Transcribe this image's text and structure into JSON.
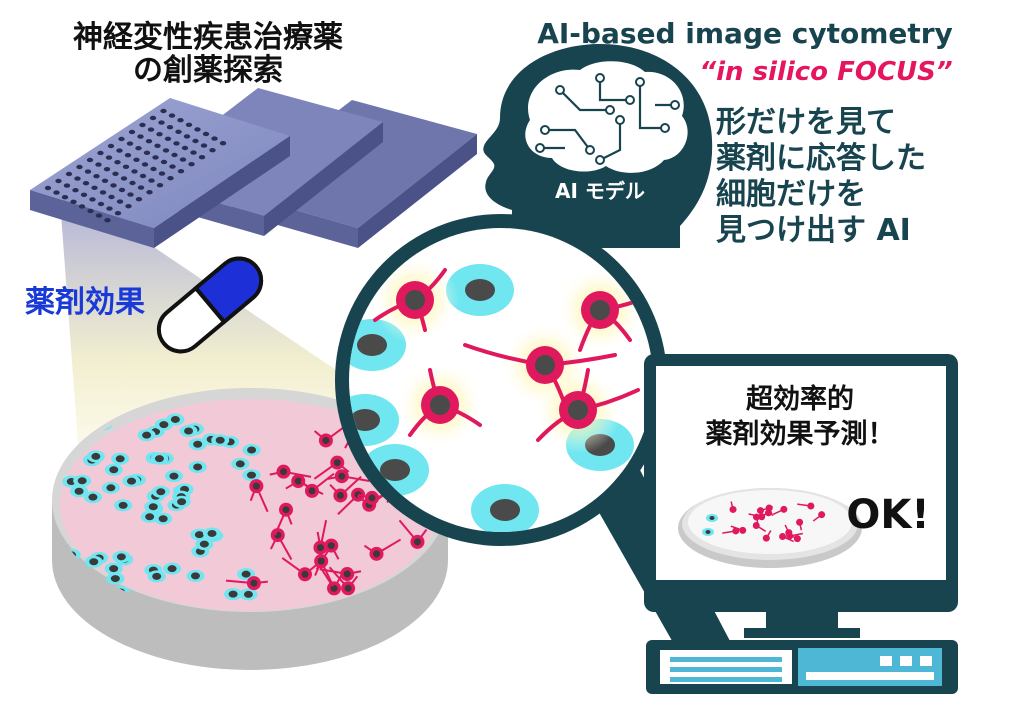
{
  "title": {
    "line1": "神経変性疾患治療薬",
    "line2": "の創薬探索"
  },
  "english_heading": {
    "line1": "AI-based image cytometry",
    "line2": "“in silico FOCUS”"
  },
  "description": {
    "line1": "形だけを見て",
    "line2": "薬剤に応答した",
    "line3": "細胞だけを",
    "line4": "見つけ出す AI"
  },
  "ai_model_label": "AI モデル",
  "drug_effect_label": "薬剤効果",
  "monitor": {
    "line1": "超効率的",
    "line2": "薬剤効果予測！",
    "ok": "OK!"
  },
  "colors": {
    "teal_dark": "#17444f",
    "pink_accent": "#e6155f",
    "blue_label": "#1a3ad8",
    "cyan_cell": "#6fe6f0",
    "magenta_cell": "#e0185e",
    "dish_fill": "#f2c9d6"
  }
}
